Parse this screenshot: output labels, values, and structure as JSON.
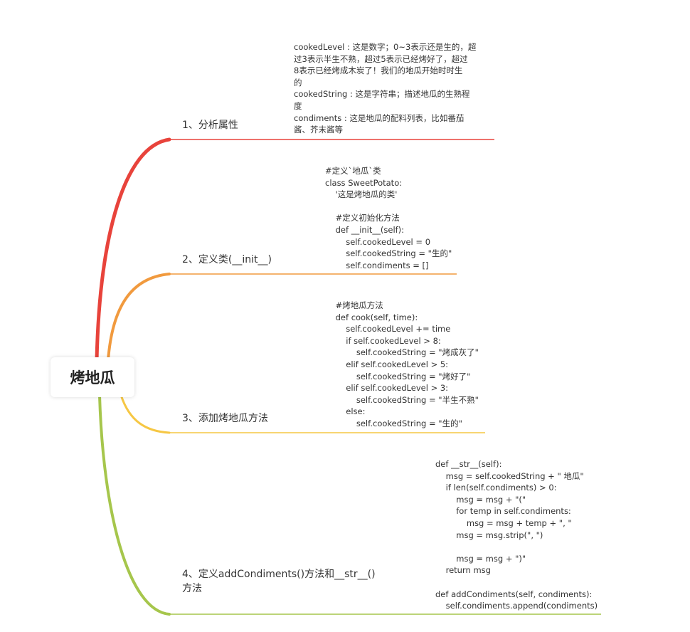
{
  "root": {
    "label": "烤地瓜"
  },
  "branches": [
    {
      "label": "1、分析属性",
      "color": "#e8433b",
      "note": [
        "cookedLevel : 这是数字；0~3表示还是生的，超",
        "过3表示半生不熟，超过5表示已经烤好了，超过",
        "8表示已经烤成木炭了！我们的地瓜开始时时生",
        "的",
        "cookedString : 这是字符串；描述地瓜的生熟程",
        "度",
        "condiments : 这是地瓜的配料列表，比如番茄",
        "酱、芥末酱等"
      ]
    },
    {
      "label": "2、定义类(__init__)",
      "color": "#f19a3e",
      "note": [
        "#定义`地瓜`类",
        "class SweetPotato:",
        "    '这是烤地瓜的类'",
        "",
        "    #定义初始化方法",
        "    def __init__(self):",
        "        self.cookedLevel = 0",
        "        self.cookedString = \"生的\"",
        "        self.condiments = []"
      ]
    },
    {
      "label": "3、添加烤地瓜方法",
      "color": "#f6c744",
      "note": [
        "    #烤地瓜方法",
        "    def cook(self, time):",
        "        self.cookedLevel += time",
        "        if self.cookedLevel > 8:",
        "            self.cookedString = \"烤成灰了\"",
        "        elif self.cookedLevel > 5:",
        "            self.cookedString = \"烤好了\"",
        "        elif self.cookedLevel > 3:",
        "            self.cookedString = \"半生不熟\"",
        "        else:",
        "            self.cookedString = \"生的\""
      ]
    },
    {
      "label_lines": [
        "4、定义addCondiments()方法和__str__()",
        "方法"
      ],
      "color": "#a6c64c",
      "note": [
        "def __str__(self):",
        "    msg = self.cookedString + \" 地瓜\"",
        "    if len(self.condiments) > 0:",
        "        msg = msg + \"(\"",
        "        for temp in self.condiments:",
        "            msg = msg + temp + \", \"",
        "        msg = msg.strip(\", \")",
        "",
        "        msg = msg + \")\"",
        "    return msg",
        "",
        "def addCondiments(self, condiments):",
        "    self.condiments.append(condiments)"
      ]
    }
  ]
}
